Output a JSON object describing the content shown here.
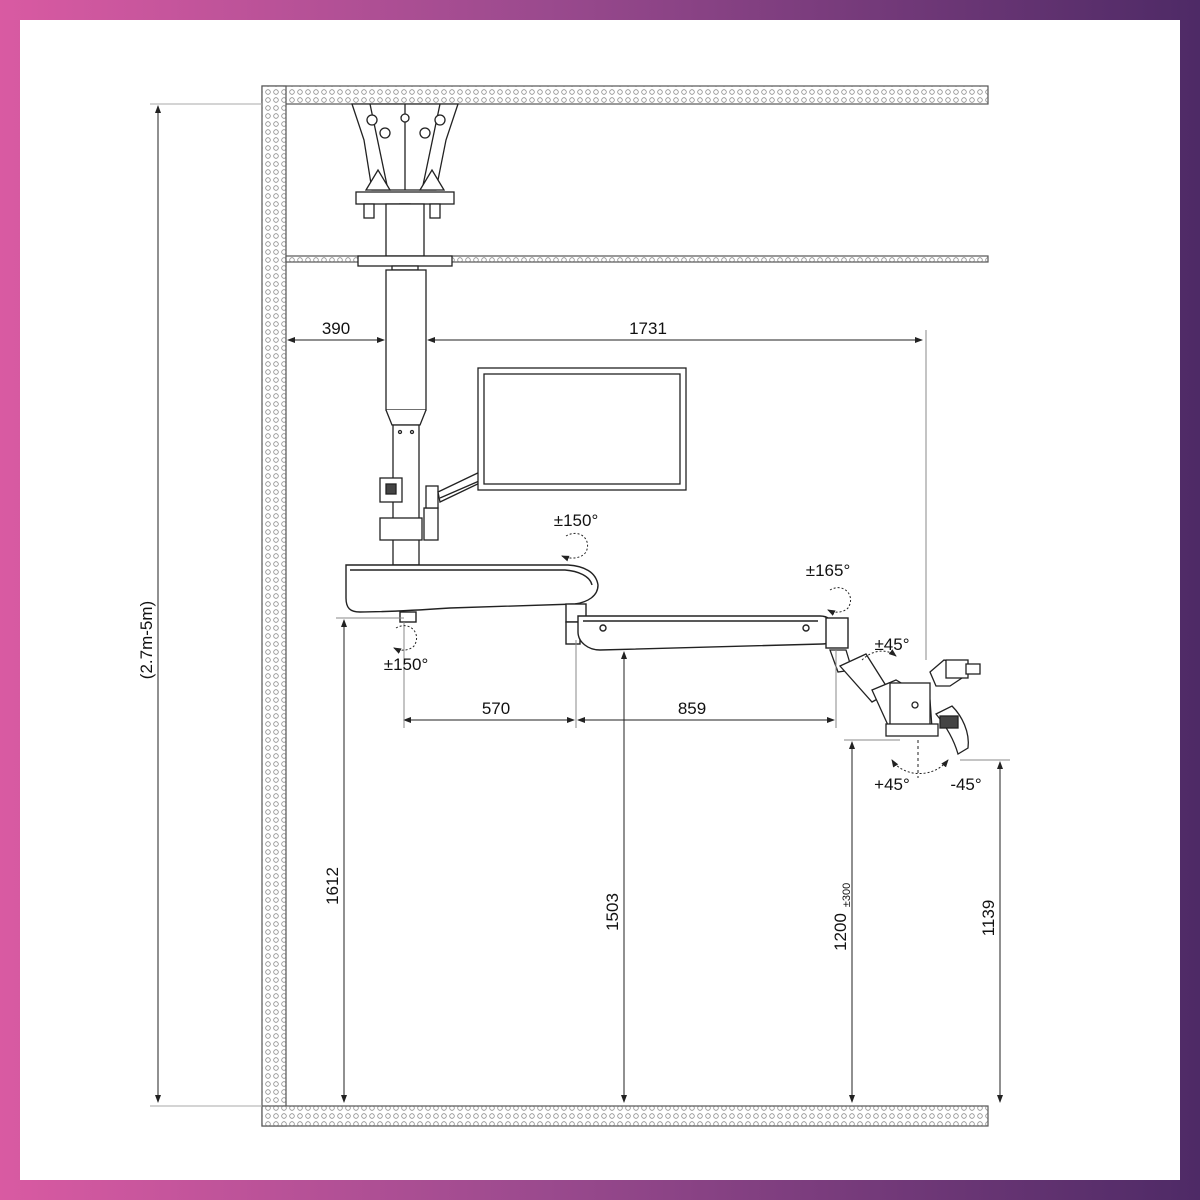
{
  "diagram": {
    "dimensions": {
      "wall_offset": "390",
      "reach_total": "1731",
      "arm1": "570",
      "arm2": "859",
      "room_height": "(2.7m-5m)",
      "arm_height": "1612",
      "arm2_height": "1503",
      "scope_height": "1200",
      "scope_tolerance": "±300",
      "floor_clearance": "1139"
    },
    "angles": {
      "monitor_rotation": "±150°",
      "arm1_rotation": "±150°",
      "arm2_rotation": "±165°",
      "tilt": "±45°",
      "swing_plus": "+45°",
      "swing_minus": "-45°"
    },
    "colors": {
      "border_left": "#d95aa2",
      "border_right": "#4e2a66",
      "line": "#222222"
    }
  }
}
